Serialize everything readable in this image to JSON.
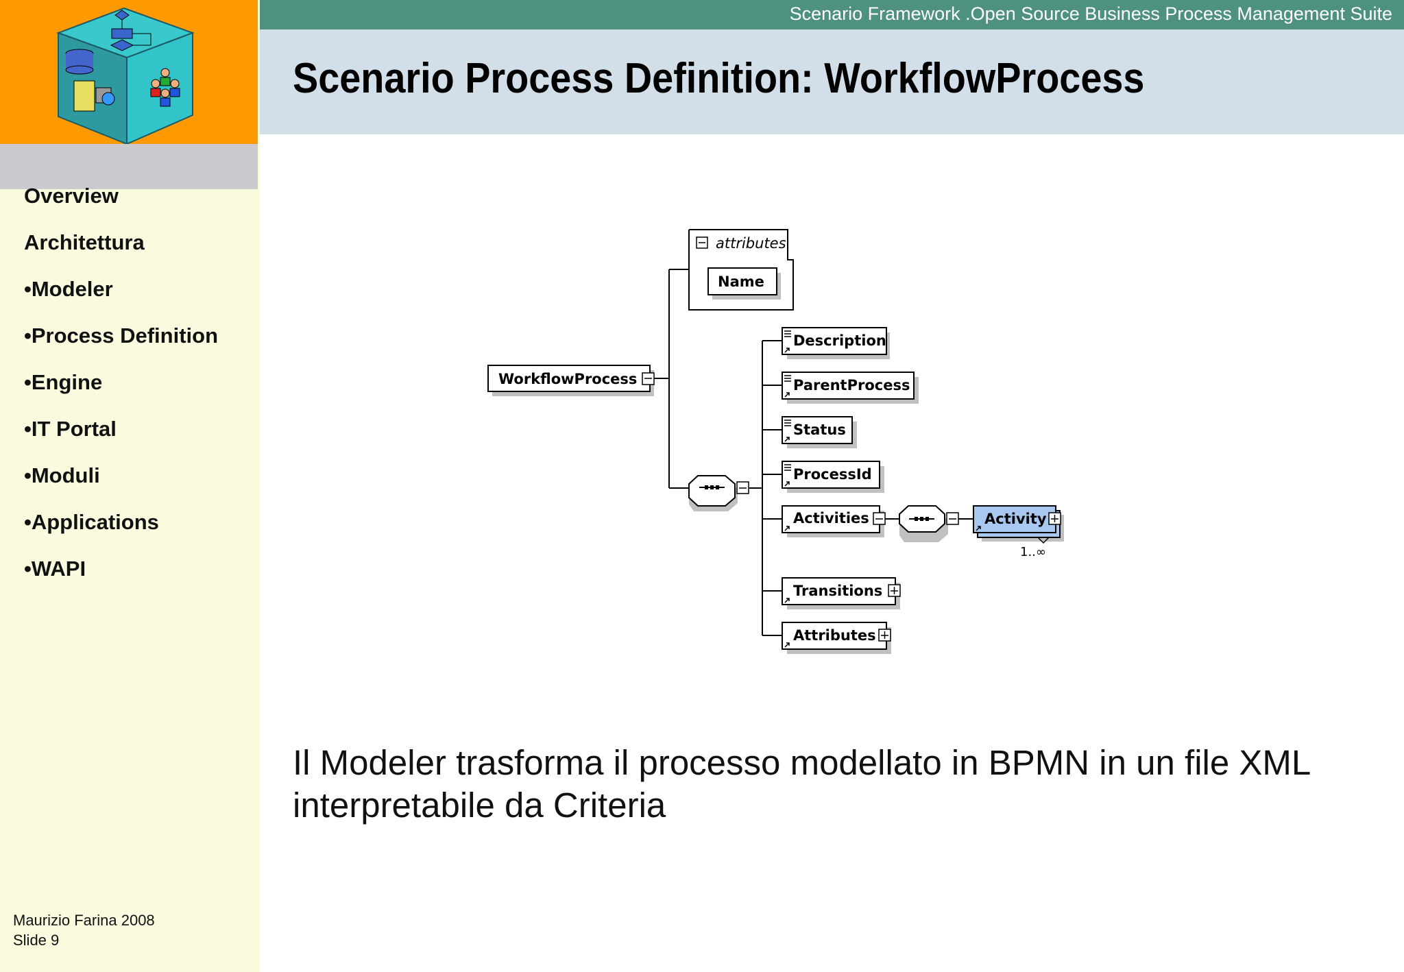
{
  "header": {
    "banner": "Scenario Framework .Open Source  Business Process Management Suite",
    "title": "Scenario Process Definition: WorkflowProcess"
  },
  "sidebar": {
    "items": [
      {
        "label": "Overview"
      },
      {
        "label": "Architettura"
      },
      {
        "label": "•Modeler"
      },
      {
        "label": "•Process Definition"
      },
      {
        "label": "•Engine"
      },
      {
        "label": "•IT Portal"
      },
      {
        "label": "•Moduli"
      },
      {
        "label": "•Applications"
      },
      {
        "label": "•WAPI"
      }
    ]
  },
  "footer": {
    "author": "Maurizio Farina 2008",
    "slide": "Slide 9"
  },
  "diagram": {
    "root": "WorkflowProcess",
    "attributes_group": "attributes",
    "attribute_name": "Name",
    "elements": [
      "Description",
      "ParentProcess",
      "Status",
      "ProcessId",
      "Activities",
      "Transitions",
      "Attributes"
    ],
    "activity": "Activity",
    "cardinality": "1..∞"
  },
  "body": {
    "text": "Il Modeler trasforma il processo modellato in BPMN in un file XML interpretabile da Criteria"
  },
  "colors": {
    "logo_bg": "#ff9900",
    "banner_bg": "#4e9181",
    "title_bg": "#d3dfe8",
    "sidebar_bg": "#fafadf",
    "activity_fill": "#a8c8f0"
  }
}
